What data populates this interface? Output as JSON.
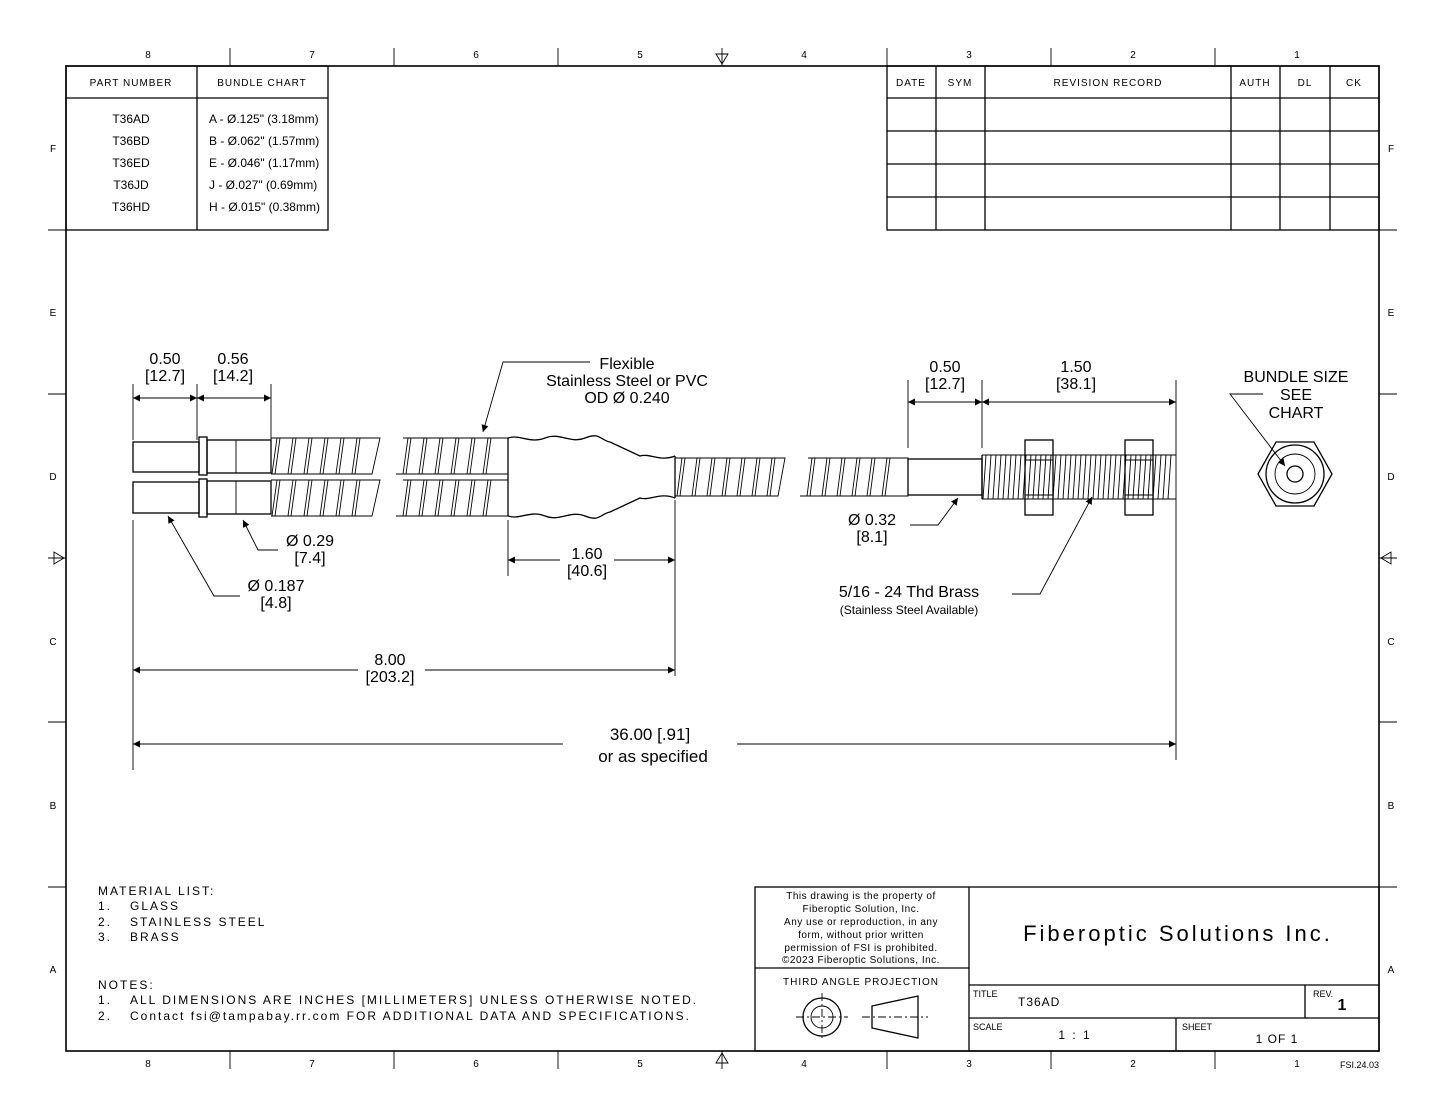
{
  "zones": {
    "columns": [
      "8",
      "7",
      "6",
      "5",
      "4",
      "3",
      "2",
      "1"
    ],
    "rows": [
      "F",
      "E",
      "D",
      "C",
      "B",
      "A"
    ]
  },
  "part_table": {
    "header_part": "PART NUMBER",
    "header_bundle": "BUNDLE CHART",
    "rows": [
      {
        "part": "T36AD",
        "bundle": "A - Ø.125\" (3.18mm)"
      },
      {
        "part": "T36BD",
        "bundle": "B - Ø.062\" (1.57mm)"
      },
      {
        "part": "T36ED",
        "bundle": "E - Ø.046\" (1.17mm)"
      },
      {
        "part": "T36JD",
        "bundle": "J  - Ø.027\" (0.69mm)"
      },
      {
        "part": "T36HD",
        "bundle": "H - Ø.015\" (0.38mm)"
      }
    ]
  },
  "revision": {
    "headers": [
      "DATE",
      "SYM",
      "REVISION RECORD",
      "AUTH",
      "DL",
      "CK"
    ]
  },
  "dims": {
    "d050a": "0.50",
    "d050a_mm": "[12.7]",
    "d056": "0.56",
    "d056_mm": "[14.2]",
    "flex1": "Flexible",
    "flex2": "Stainless Steel or PVC",
    "flex3": "OD Ø 0.240",
    "d050b": "0.50",
    "d050b_mm": "[12.7]",
    "d150": "1.50",
    "d150_mm": "[38.1]",
    "bundle1": "BUNDLE SIZE",
    "bundle2": "SEE",
    "bundle3": "CHART",
    "d029": "Ø 0.29",
    "d029_mm": "[7.4]",
    "d0187": "Ø 0.187",
    "d0187_mm": "[4.8]",
    "d160": "1.60",
    "d160_mm": "[40.6]",
    "d032": "Ø 0.32",
    "d032_mm": "[8.1]",
    "thread": "5/16 - 24 Thd Brass",
    "thread_sub": "(Stainless Steel Available)",
    "d800": "8.00",
    "d800_mm": "[203.2]",
    "d3600": "36.00 [.91]",
    "d3600_sub": "or as specified"
  },
  "materials": {
    "title": "MATERIAL LIST:",
    "items": [
      {
        "num": "1.",
        "text": "GLASS"
      },
      {
        "num": "2.",
        "text": "STAINLESS STEEL"
      },
      {
        "num": "3.",
        "text": "BRASS"
      }
    ]
  },
  "notes": {
    "title": "NOTES:",
    "items": [
      {
        "num": "1.",
        "text": "ALL DIMENSIONS ARE INCHES [MILLIMETERS] UNLESS OTHERWISE NOTED."
      },
      {
        "num": "2.",
        "text": "Contact fsi@tampabay.rr.com FOR ADDITIONAL DATA AND SPECIFICATIONS."
      }
    ]
  },
  "title_block": {
    "property": [
      "This drawing is the property of",
      "Fiberoptic Solution, Inc.",
      "Any use or reproduction, in any",
      "form, without prior written",
      "permission of FSI is prohibited.",
      "©2023 Fiberoptic Solutions, Inc."
    ],
    "projection": "THIRD ANGLE PROJECTION",
    "company": "Fiberoptic Solutions Inc.",
    "title_label": "TITLE",
    "title_value": "T36AD",
    "rev_label": "REV.",
    "rev_value": "1",
    "scale_label": "SCALE",
    "scale_value": "1 : 1",
    "sheet_label": "SHEET",
    "sheet_value": "1  OF 1",
    "doc_code": "FSI.24.03"
  }
}
